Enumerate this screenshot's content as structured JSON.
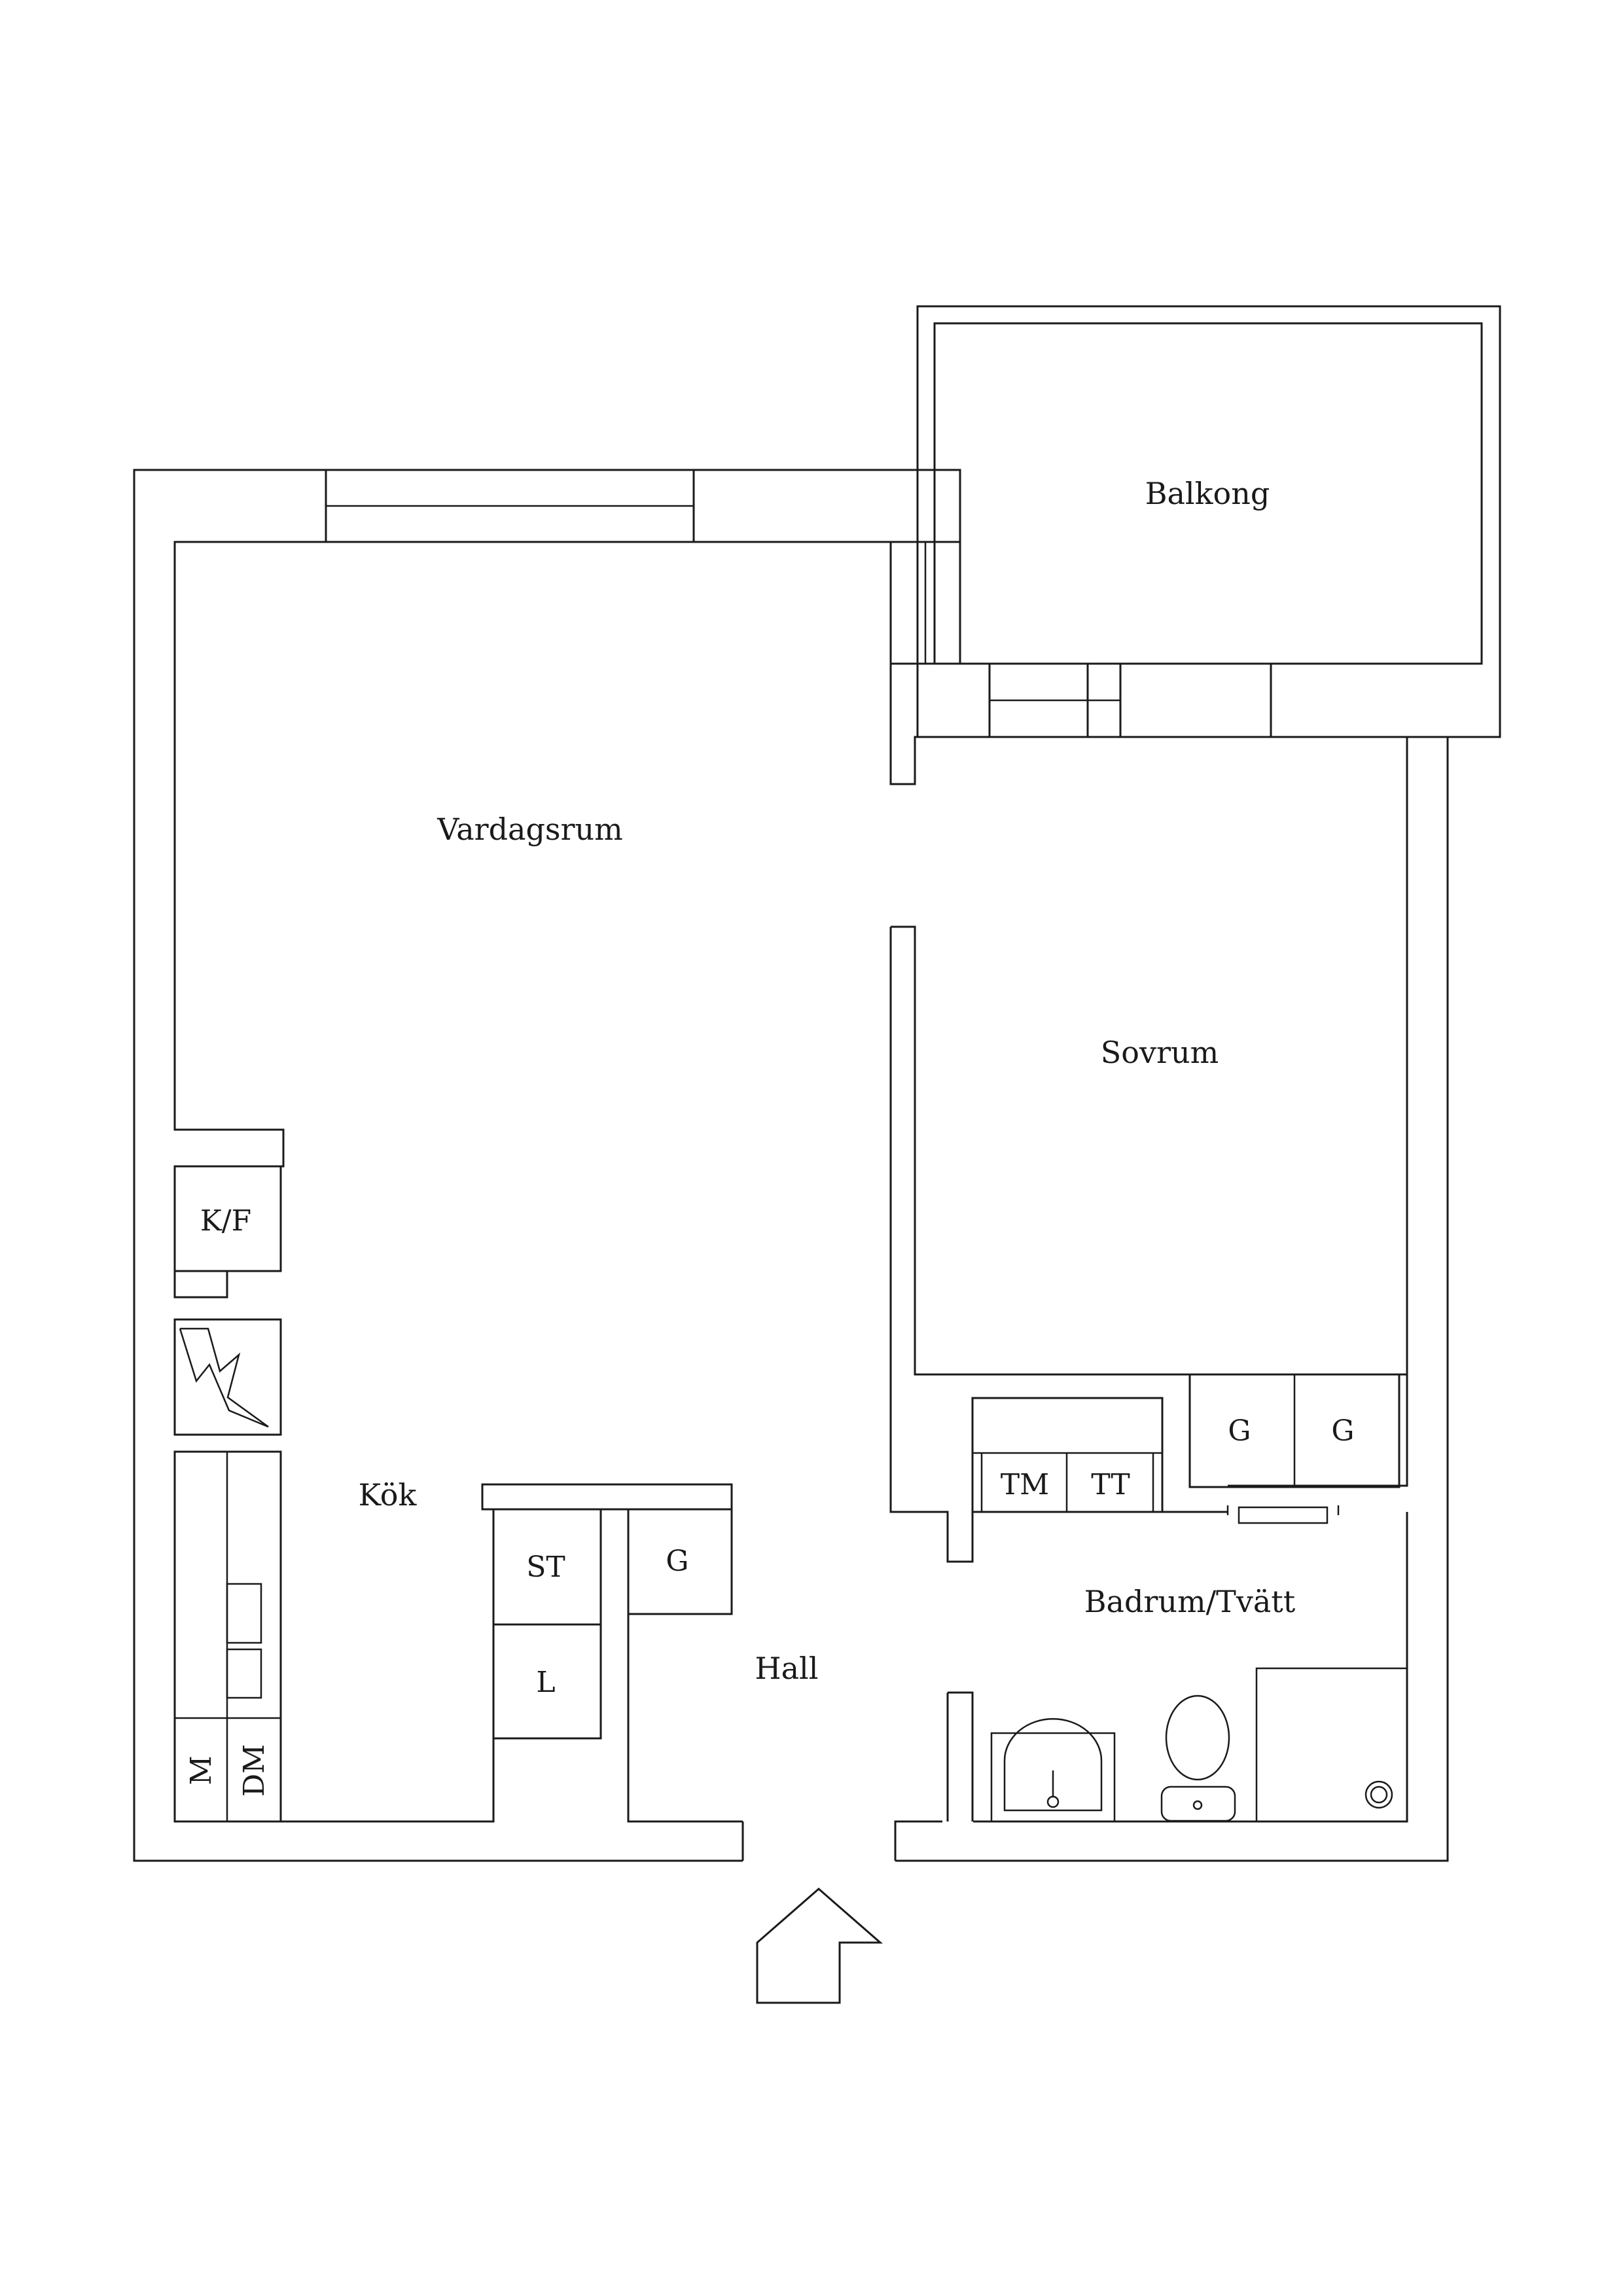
{
  "rooms": {
    "balcony": "Balkong",
    "living_room": "Vardagsrum",
    "bedroom": "Sovrum",
    "kitchen": "Kök",
    "hall": "Hall",
    "bathroom": "Badrum/Tvätt"
  },
  "fixtures": {
    "fridge_freezer": "K/F",
    "stove": "ST",
    "storage_kitchen": "L",
    "wardrobe_hall": "G",
    "wardrobe_bedroom_1": "G",
    "wardrobe_bedroom_2": "G",
    "washing_machine": "TM",
    "tumble_dryer": "TT",
    "microwave": "M",
    "dishwasher": "DM"
  },
  "colors": {
    "line": "#1a1a1a",
    "background": "#ffffff"
  }
}
